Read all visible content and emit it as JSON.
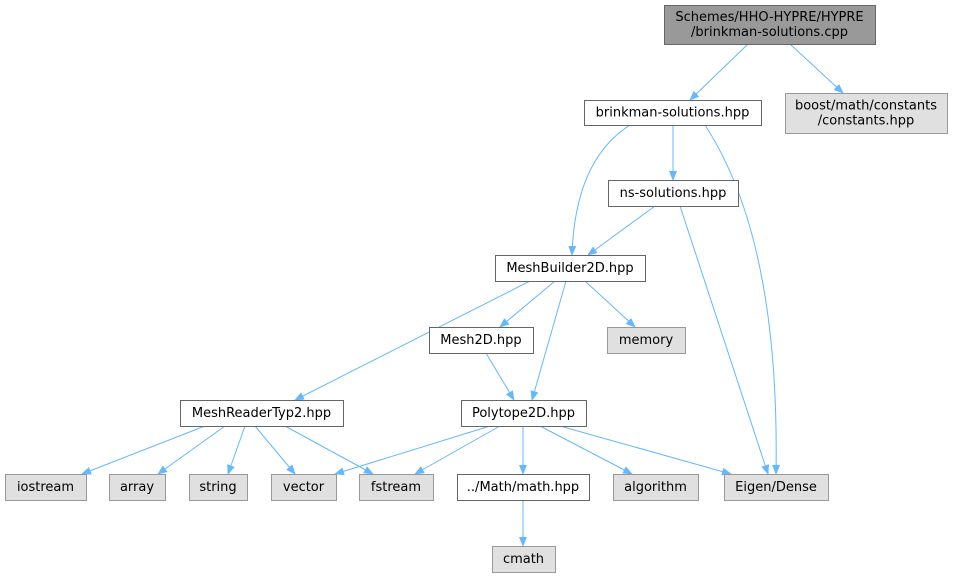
{
  "theme": {
    "edge_color": "#63b8ff",
    "root_fill": "#999999",
    "root_stroke": "#666666",
    "internal_fill": "#ffffff",
    "internal_stroke": "#666666",
    "external_fill": "#e0e0e0",
    "external_stroke": "#999999"
  },
  "nodes": [
    {
      "id": "root",
      "kind": "root",
      "lines": [
        "Schemes/HHO-HYPRE/HYPRE",
        "/brinkman-solutions.cpp"
      ]
    },
    {
      "id": "brinkman_hpp",
      "kind": "internal",
      "lines": [
        "brinkman-solutions.hpp"
      ]
    },
    {
      "id": "boost_constants",
      "kind": "external",
      "lines": [
        "boost/math/constants",
        "/constants.hpp"
      ]
    },
    {
      "id": "ns_solutions",
      "kind": "internal",
      "lines": [
        "ns-solutions.hpp"
      ]
    },
    {
      "id": "meshbuilder",
      "kind": "internal",
      "lines": [
        "MeshBuilder2D.hpp"
      ]
    },
    {
      "id": "mesh2d",
      "kind": "internal",
      "lines": [
        "Mesh2D.hpp"
      ]
    },
    {
      "id": "memory",
      "kind": "external",
      "lines": [
        "memory"
      ]
    },
    {
      "id": "meshreader",
      "kind": "internal",
      "lines": [
        "MeshReaderTyp2.hpp"
      ]
    },
    {
      "id": "polytope",
      "kind": "internal",
      "lines": [
        "Polytope2D.hpp"
      ]
    },
    {
      "id": "iostream",
      "kind": "external",
      "lines": [
        "iostream"
      ]
    },
    {
      "id": "array",
      "kind": "external",
      "lines": [
        "array"
      ]
    },
    {
      "id": "string",
      "kind": "external",
      "lines": [
        "string"
      ]
    },
    {
      "id": "vector",
      "kind": "external",
      "lines": [
        "vector"
      ]
    },
    {
      "id": "fstream",
      "kind": "external",
      "lines": [
        "fstream"
      ]
    },
    {
      "id": "mathhpp",
      "kind": "internal",
      "lines": [
        "../Math/math.hpp"
      ]
    },
    {
      "id": "algorithm",
      "kind": "external",
      "lines": [
        "algorithm"
      ]
    },
    {
      "id": "eigen",
      "kind": "external",
      "lines": [
        "Eigen/Dense"
      ]
    },
    {
      "id": "cmath",
      "kind": "external",
      "lines": [
        "cmath"
      ]
    }
  ],
  "edges": [
    {
      "from": "root",
      "to": "brinkman_hpp"
    },
    {
      "from": "root",
      "to": "boost_constants"
    },
    {
      "from": "brinkman_hpp",
      "to": "meshbuilder"
    },
    {
      "from": "brinkman_hpp",
      "to": "ns_solutions"
    },
    {
      "from": "brinkman_hpp",
      "to": "eigen"
    },
    {
      "from": "ns_solutions",
      "to": "meshbuilder"
    },
    {
      "from": "ns_solutions",
      "to": "eigen"
    },
    {
      "from": "meshbuilder",
      "to": "meshreader"
    },
    {
      "from": "meshbuilder",
      "to": "mesh2d"
    },
    {
      "from": "meshbuilder",
      "to": "polytope"
    },
    {
      "from": "meshbuilder",
      "to": "memory"
    },
    {
      "from": "mesh2d",
      "to": "polytope"
    },
    {
      "from": "meshreader",
      "to": "iostream"
    },
    {
      "from": "meshreader",
      "to": "array"
    },
    {
      "from": "meshreader",
      "to": "string"
    },
    {
      "from": "meshreader",
      "to": "vector"
    },
    {
      "from": "meshreader",
      "to": "fstream"
    },
    {
      "from": "polytope",
      "to": "vector"
    },
    {
      "from": "polytope",
      "to": "fstream"
    },
    {
      "from": "polytope",
      "to": "mathhpp"
    },
    {
      "from": "polytope",
      "to": "algorithm"
    },
    {
      "from": "polytope",
      "to": "eigen"
    },
    {
      "from": "mathhpp",
      "to": "cmath"
    }
  ]
}
